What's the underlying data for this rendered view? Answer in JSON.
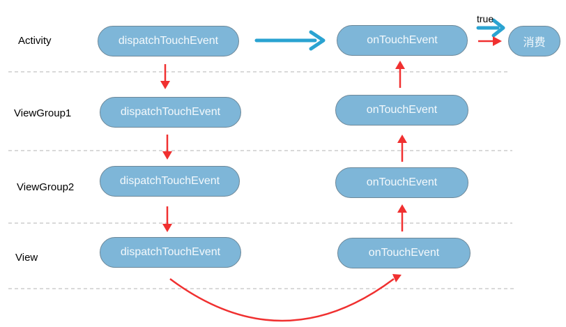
{
  "rows": [
    {
      "label": "Activity"
    },
    {
      "label": "ViewGroup1"
    },
    {
      "label": "ViewGroup2"
    },
    {
      "label": "View"
    }
  ],
  "dispatch_node_text": "dispatchTouchEvent",
  "ontouch_node_text": "onTouchEvent",
  "consume_node_text": "消费",
  "true_label": "true",
  "colors": {
    "node_fill": "#7eb6d8",
    "node_border": "#6c8798",
    "red_arrow": "#f03030",
    "blue_arrow": "#2aa3d1",
    "divider": "#b3b3b3"
  }
}
